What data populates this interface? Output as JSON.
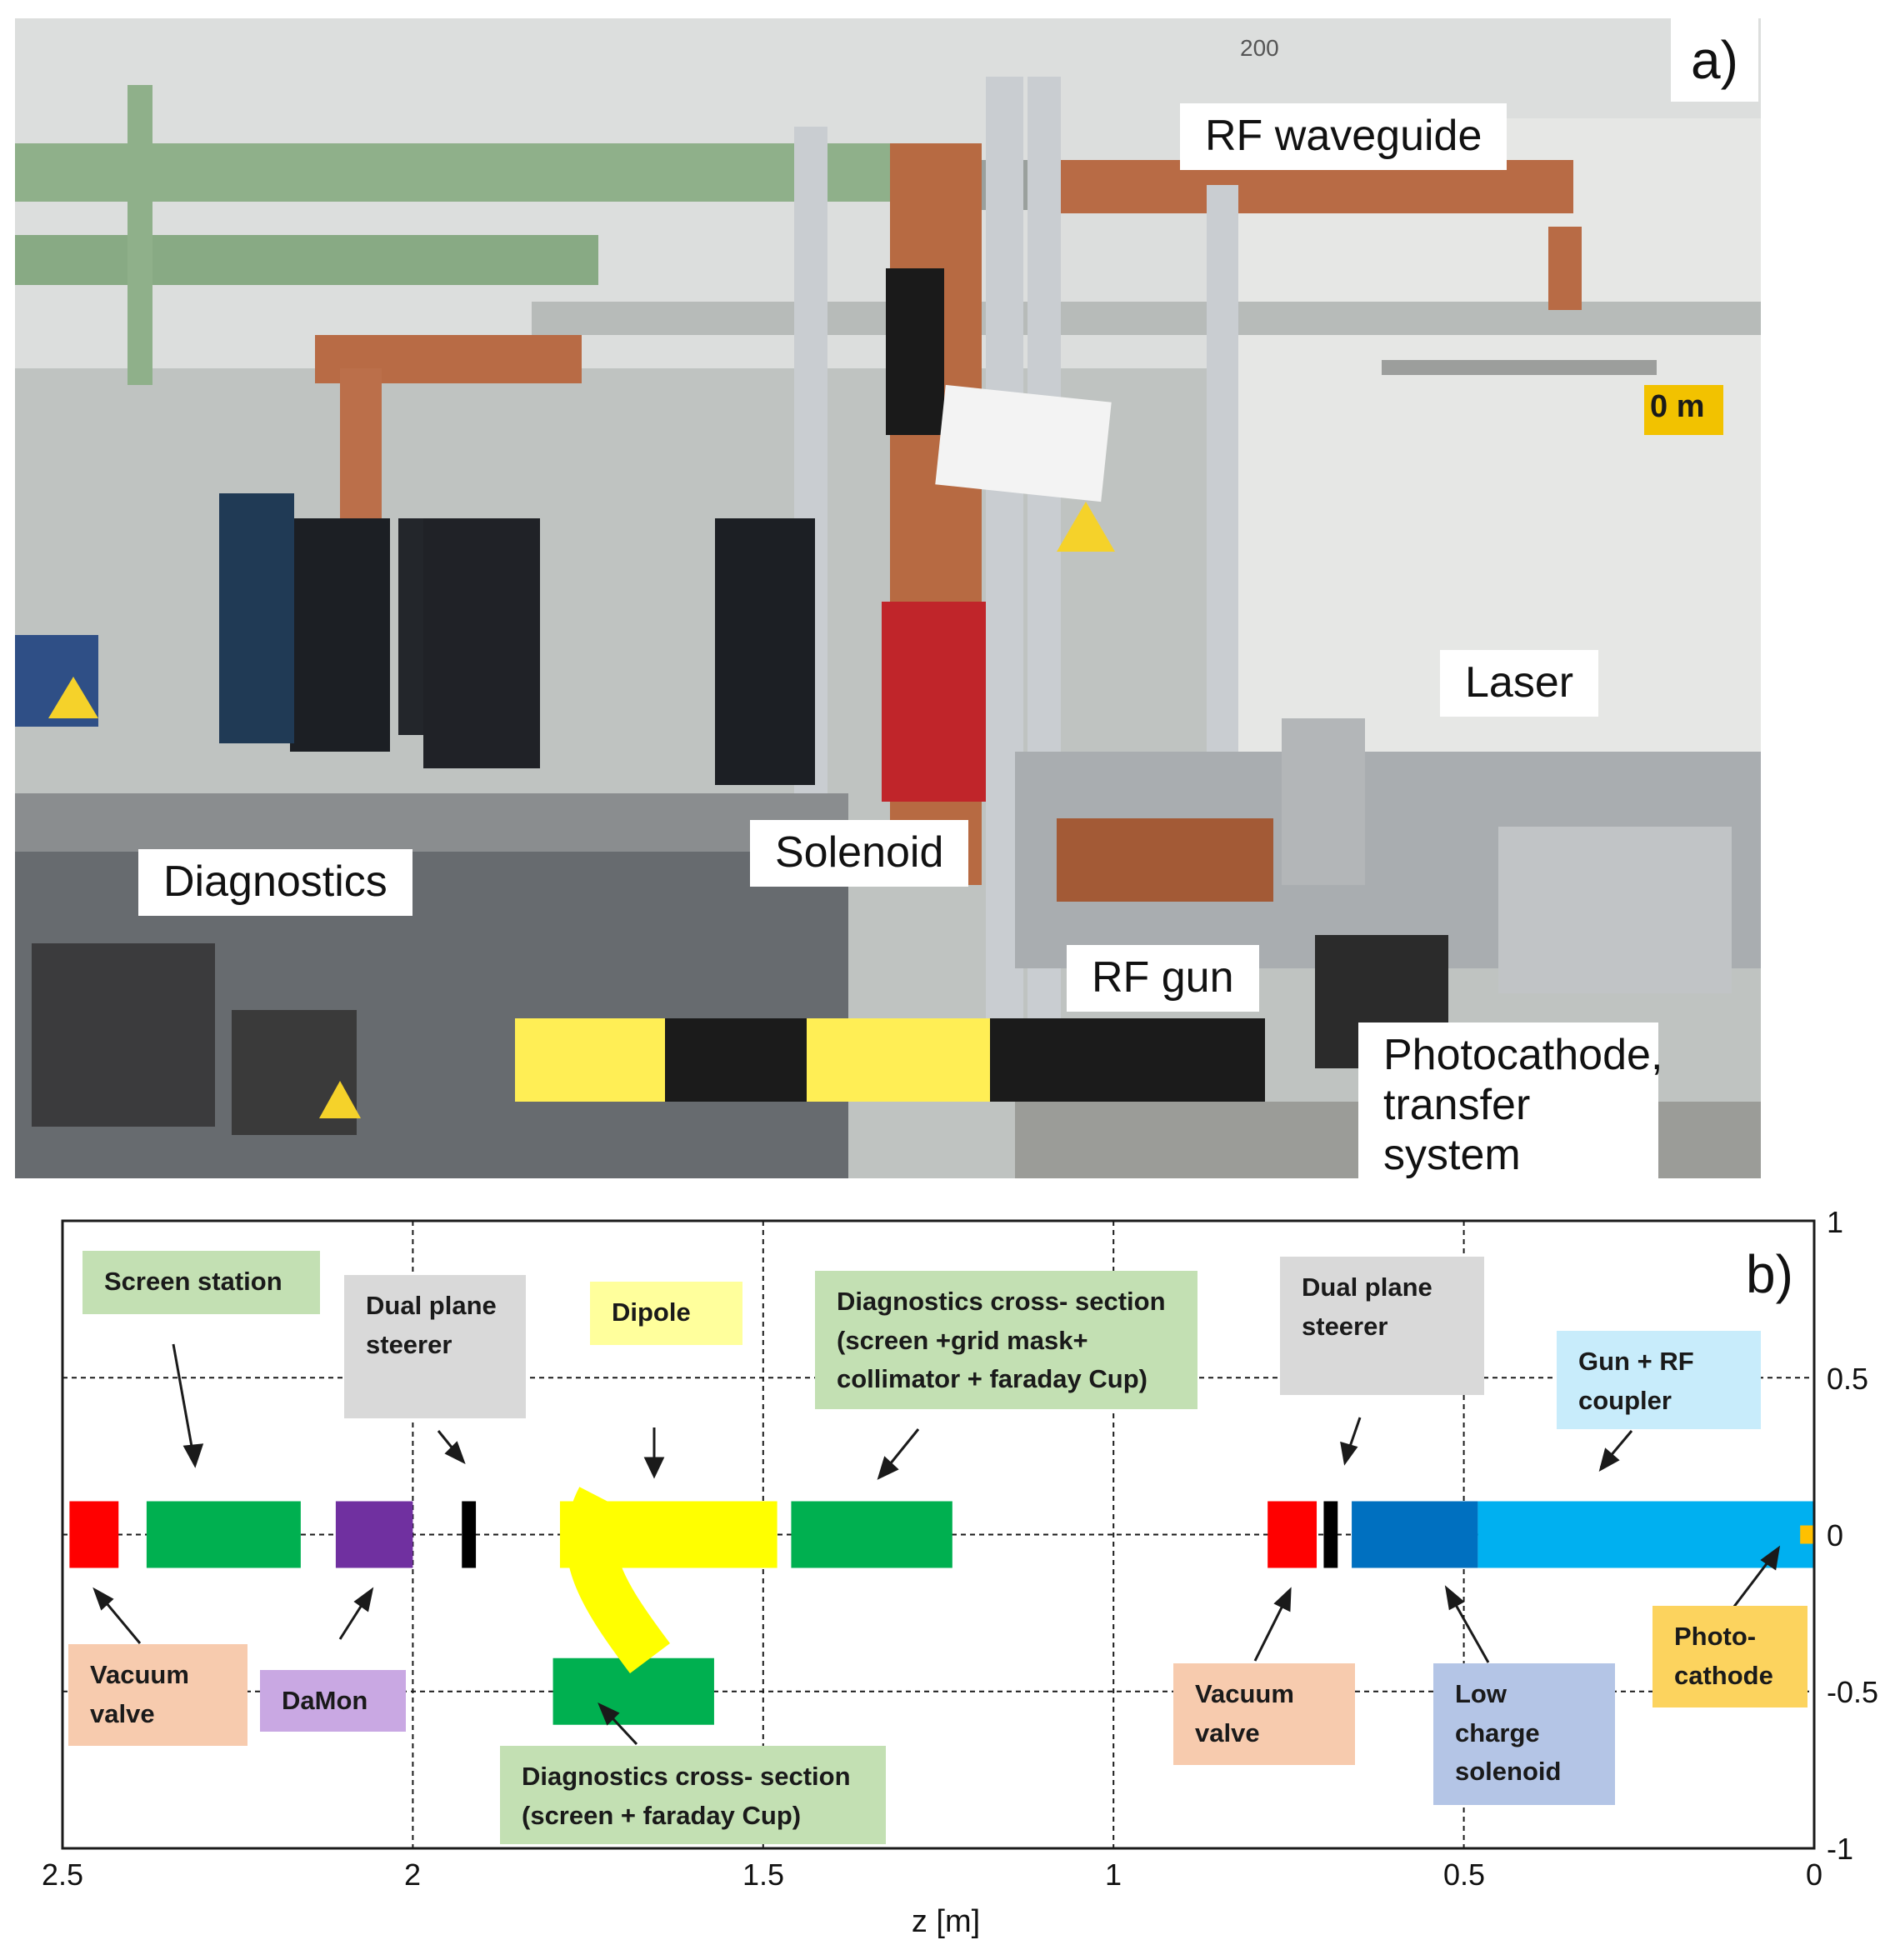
{
  "panel_a": {
    "tag": "a)",
    "labels": {
      "rf_waveguide": "RF waveguide",
      "laser": "Laser",
      "solenoid": "Solenoid",
      "diagnostics": "Diagnostics",
      "rf_gun": "RF gun",
      "photocathode": "Photocathode, transfer system",
      "position_marker": "0 m",
      "ceiling_mark": "200"
    }
  },
  "panel_b": {
    "tag": "b)",
    "axis": {
      "xlabel": "z [m]",
      "x_ticks": [
        "2.5",
        "2",
        "1.5",
        "1",
        "0.5",
        "0"
      ],
      "y_ticks": [
        "1",
        "0.5",
        "0",
        "-0.5",
        "-1"
      ],
      "xlim": [
        2.5,
        0
      ],
      "ylim": [
        -1,
        1
      ],
      "grid": true
    },
    "labels": {
      "screen_station": "Screen station",
      "dual_plane_steerer_1": "Dual plane steerer",
      "dipole": "Dipole",
      "diag_cross_1": "Diagnostics cross- section (screen +grid mask+ collimator + faraday Cup)",
      "dual_plane_steerer_2": "Dual plane steerer",
      "gun_rf_coupler": "Gun + RF coupler",
      "vacuum_valve_1": "Vacuum valve",
      "damon": "DaMon",
      "diag_cross_2": "Diagnostics cross- section (screen + faraday Cup)",
      "vacuum_valve_2": "Vacuum valve",
      "low_charge_solenoid": "Low charge solenoid",
      "photocathode": "Photo- cathode"
    },
    "components": [
      {
        "name": "vacuum-valve-upstream",
        "z_start": 2.49,
        "z_end": 2.42,
        "y_center": 0,
        "color": "#ff0000"
      },
      {
        "name": "screen-station",
        "z_start": 2.38,
        "z_end": 2.16,
        "y_center": 0,
        "color": "#00b050"
      },
      {
        "name": "damon",
        "z_start": 2.11,
        "z_end": 2.0,
        "y_center": 0,
        "color": "#7030a0"
      },
      {
        "name": "dual-plane-steerer-upstream",
        "z_start": 1.93,
        "z_end": 1.91,
        "y_center": 0,
        "color": "#000000"
      },
      {
        "name": "dipole",
        "z_start": 1.79,
        "z_end": 1.48,
        "y_center": 0,
        "color": "#ffff00"
      },
      {
        "name": "diagnostics-cross-main",
        "z_start": 1.46,
        "z_end": 1.23,
        "y_center": 0,
        "color": "#00b050"
      },
      {
        "name": "diagnostics-cross-dipole-arm",
        "z_start": 1.8,
        "z_end": 1.57,
        "y_center": -0.5,
        "color": "#00b050"
      },
      {
        "name": "vacuum-valve-downstream",
        "z_start": 0.78,
        "z_end": 0.71,
        "y_center": 0,
        "color": "#ff0000"
      },
      {
        "name": "dual-plane-steerer-downstream",
        "z_start": 0.7,
        "z_end": 0.68,
        "y_center": 0,
        "color": "#000000"
      },
      {
        "name": "low-charge-solenoid",
        "z_start": 0.66,
        "z_end": 0.48,
        "y_center": 0,
        "color": "#0070c0"
      },
      {
        "name": "gun-rf-coupler",
        "z_start": 0.48,
        "z_end": 0.0,
        "y_center": 0,
        "color": "#00b0f0"
      },
      {
        "name": "photocathode",
        "z_start": 0.02,
        "z_end": 0.0,
        "y_center": 0,
        "color": "#ffc000"
      }
    ]
  }
}
